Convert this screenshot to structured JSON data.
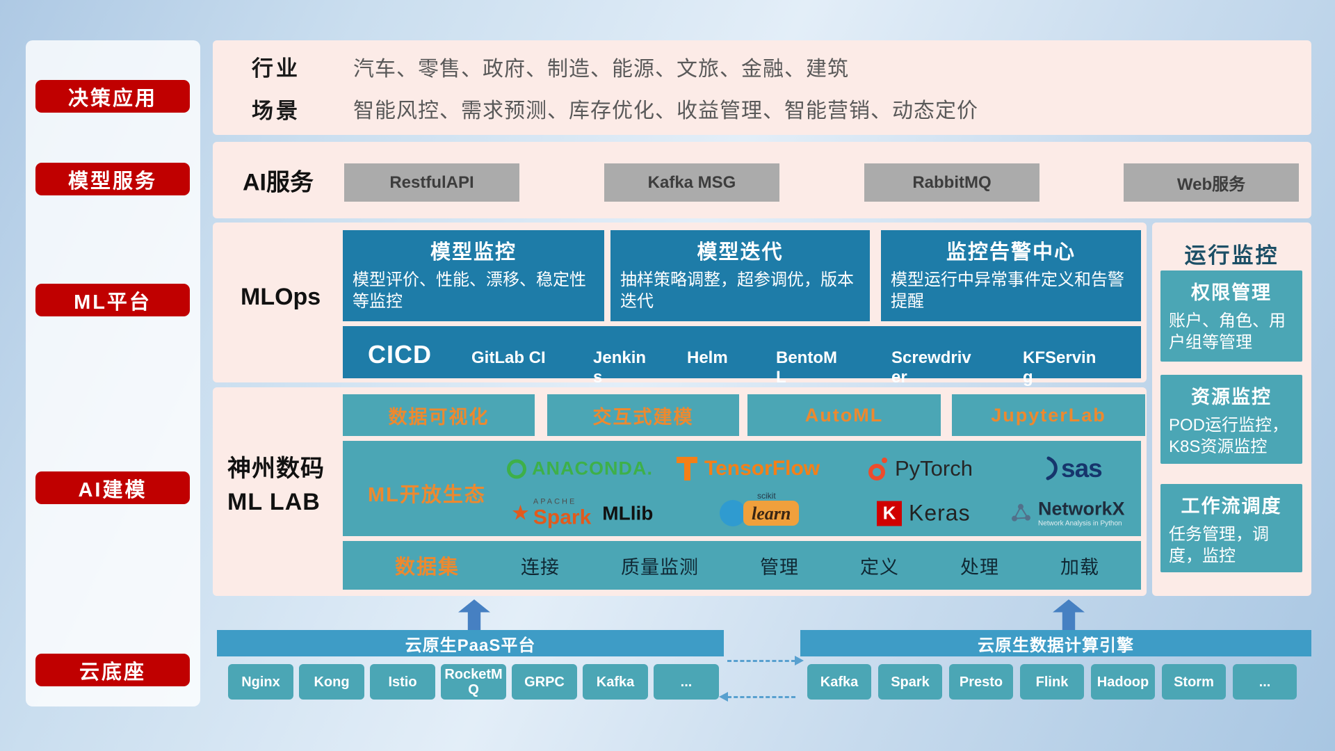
{
  "colors": {
    "red_button": "#c00000",
    "pink_panel": "#fcebe7",
    "dark_teal": "#1e7ca8",
    "teal": "#4ba6b5",
    "header_teal": "#3e9cc6",
    "orange_accent": "#ed892f",
    "gray_button": "#ababab",
    "arrow_blue": "#4680c2"
  },
  "icons": {
    "spark_star": "★"
  },
  "sidebar": {
    "items": [
      {
        "label": "决策应用"
      },
      {
        "label": "模型服务"
      },
      {
        "label": "ML平台"
      },
      {
        "label": "AI建模"
      },
      {
        "label": "云底座"
      }
    ]
  },
  "apps_row": {
    "rows": [
      {
        "label": "行业",
        "text": "汽车、零售、政府、制造、能源、文旅、金融、建筑"
      },
      {
        "label": "场景",
        "text": "智能风控、需求预测、库存优化、收益管理、智能营销、动态定价"
      }
    ]
  },
  "service_row": {
    "label": "AI服务",
    "services": [
      "RestfulAPI",
      "Kafka MSG",
      "RabbitMQ",
      "Web服务"
    ]
  },
  "mlops": {
    "label": "MLOps",
    "cards": [
      {
        "title": "模型监控",
        "body": "模型评价、性能、漂移、稳定性等监控"
      },
      {
        "title": "模型迭代",
        "body": "抽样策略调整，超参调优，版本迭代"
      },
      {
        "title": "监控告警中心",
        "body": "模型运行中异常事件定义和告警提醒"
      }
    ],
    "cicd": {
      "label": "CICD",
      "tools": [
        "GitLab CI",
        "Jenkins",
        "Helm",
        "BentoML",
        "Screwdriver",
        "KFServing"
      ]
    }
  },
  "mllab": {
    "label_line1": "神州数码",
    "label_line2": "ML LAB",
    "features": [
      "数据可视化",
      "交互式建模",
      "AutoML",
      "JupyterLab"
    ],
    "ecosystem": {
      "label": "ML开放生态",
      "anaconda": "ANACONDA.",
      "tensorflow": "TensorFlow",
      "pytorch": "PyTorch",
      "sas": "sas",
      "spark_top": "APACHE",
      "spark": "Spark",
      "mllib": "MLlib",
      "sklearn_top": "scikit",
      "sklearn": "learn",
      "keras_letter": "K",
      "keras": "Keras",
      "networkx": "NetworkX",
      "networkx_sub": "Network Analysis in Python"
    },
    "dataset": {
      "label": "数据集",
      "items": [
        "连接",
        "质量监测",
        "管理",
        "定义",
        "处理",
        "加载"
      ]
    }
  },
  "monitor": {
    "title": "运行监控",
    "cards": [
      {
        "title": "权限管理",
        "body": "账户、角色、用户组等管理"
      },
      {
        "title": "资源监控",
        "body": "POD运行监控，K8S资源监控"
      },
      {
        "title": "工作流调度",
        "body": "任务管理，调度，监控"
      }
    ]
  },
  "foundation": {
    "paas": {
      "title": "云原生PaaS平台",
      "items": [
        "Nginx",
        "Kong",
        "Istio",
        "RocketMQ",
        "GRPC",
        "Kafka",
        "..."
      ]
    },
    "compute": {
      "title": "云原生数据计算引擎",
      "items": [
        "Kafka",
        "Spark",
        "Presto",
        "Flink",
        "Hadoop",
        "Storm",
        "..."
      ]
    }
  }
}
